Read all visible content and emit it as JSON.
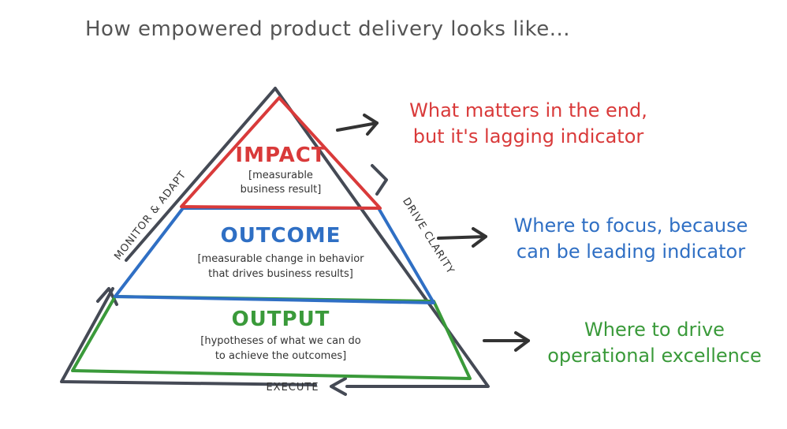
{
  "title": "How empowered product delivery looks like...",
  "layers": {
    "impact": {
      "title": "IMPACT",
      "desc_line1": "[measurable",
      "desc_line2": "business result]",
      "color": "#d93a3a"
    },
    "outcome": {
      "title": "OUTCOME",
      "desc_line1": "[measurable change in behavior",
      "desc_line2": "that drives business results]",
      "color": "#2f6fc4"
    },
    "output": {
      "title": "OUTPUT",
      "desc_line1": "[hypotheses of what we can do",
      "desc_line2": "to achieve the outcomes]",
      "color": "#3a9a3a"
    }
  },
  "notes": {
    "impact": {
      "line1": "What matters in the end,",
      "line2": "but it's lagging indicator"
    },
    "outcome": {
      "line1": "Where to focus, because",
      "line2": "can be leading indicator"
    },
    "output": {
      "line1": "Where to drive",
      "line2": "operational excellence"
    }
  },
  "cycle": {
    "left": "MONITOR & ADAPT",
    "right": "DRIVE CLARITY",
    "bottom": "EXECUTE",
    "color": "#454a55"
  }
}
